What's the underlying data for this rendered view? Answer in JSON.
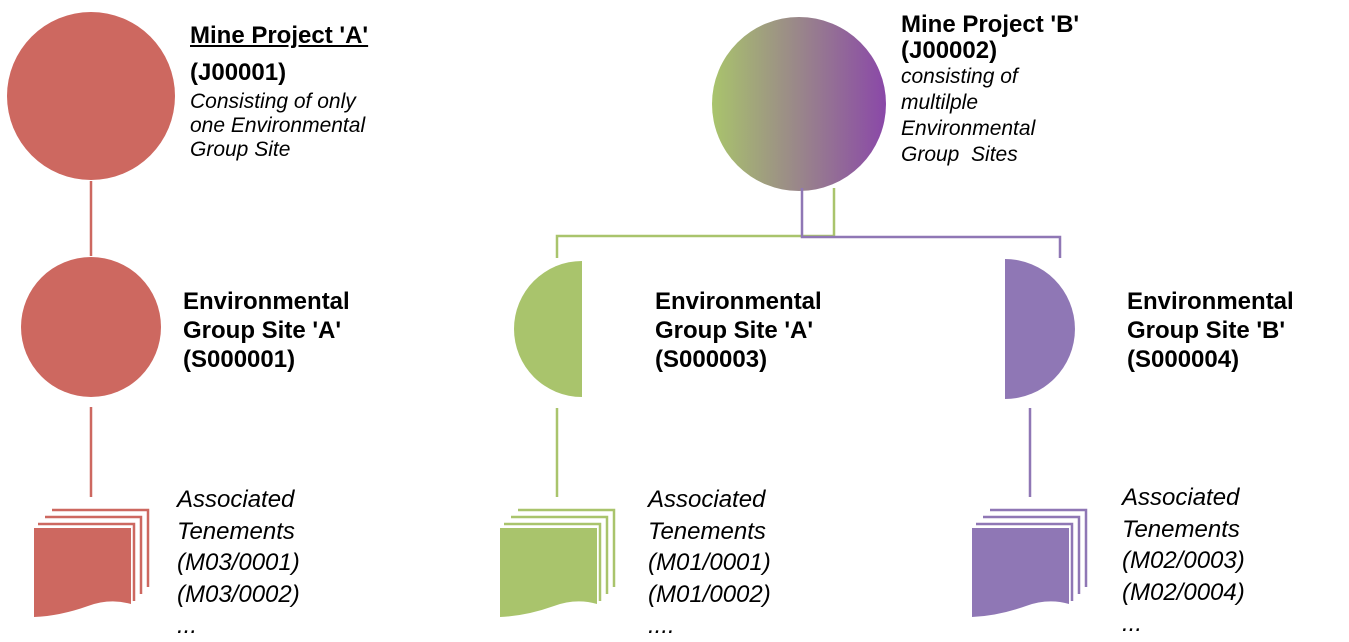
{
  "colors": {
    "project_a": "#cd6860",
    "group_a_green": "#a9c46c",
    "group_b_purple": "#8f77b5",
    "gradient_purple": "#8a48a8"
  },
  "project_a": {
    "title": "Mine Project 'A'",
    "code": "(J00001)",
    "description_lines": [
      "Consisting of only",
      "one Environmental",
      "Group Site"
    ],
    "site": {
      "lines": [
        "Environmental",
        "Group Site 'A'",
        "(S000001)"
      ],
      "tenements": [
        "Associated",
        "Tenements",
        "(M03/0001)",
        "(M03/0002)",
        "..."
      ]
    }
  },
  "project_b": {
    "title": "Mine Project 'B'",
    "code": "(J00002)",
    "description_lines": [
      "consisting of",
      "multilple",
      "Environmental",
      "Group  Sites"
    ],
    "sites": [
      {
        "lines": [
          "Environmental",
          "Group Site 'A'",
          "(S000003)"
        ],
        "tenements": [
          "Associated",
          "Tenements",
          "(M01/0001)",
          "(M01/0002)",
          "...."
        ]
      },
      {
        "lines": [
          "Environmental",
          "Group Site 'B'",
          "(S000004)"
        ],
        "tenements": [
          "Associated",
          "Tenements",
          "(M02/0003)",
          "(M02/0004)",
          "..."
        ]
      }
    ]
  }
}
